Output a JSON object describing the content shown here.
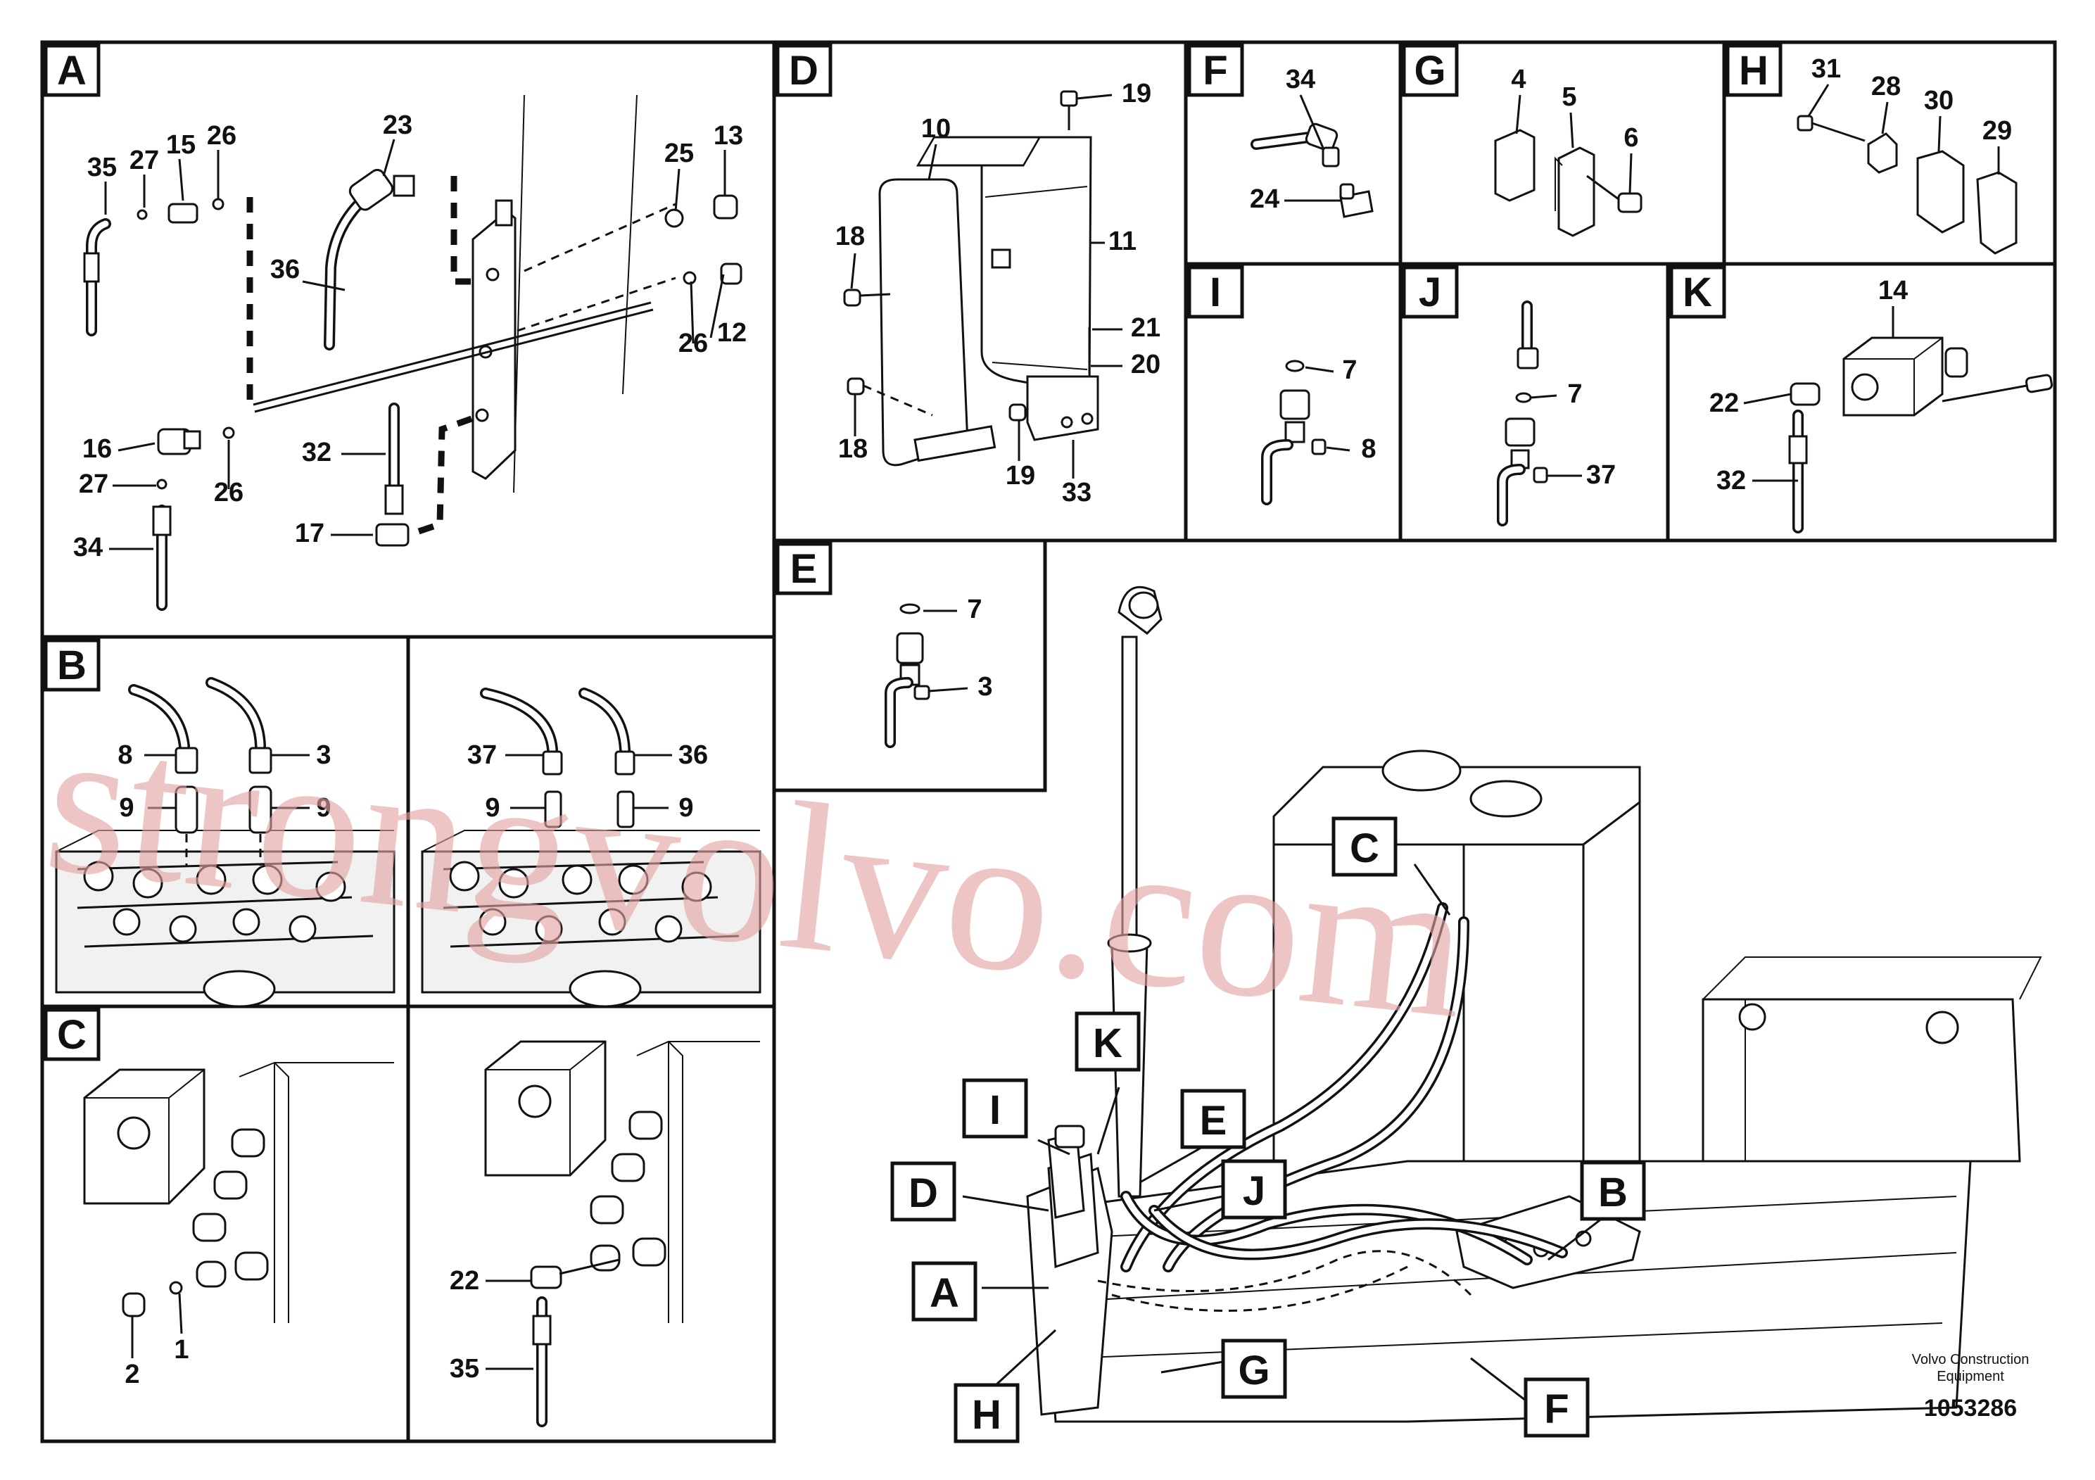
{
  "panels": [
    {
      "letter": "A"
    },
    {
      "letter": "B"
    },
    {
      "letter": "B2"
    },
    {
      "letter": "C"
    },
    {
      "letter": "C2"
    },
    {
      "letter": "D"
    },
    {
      "letter": "E"
    },
    {
      "letter": "F"
    },
    {
      "letter": "G"
    },
    {
      "letter": "H"
    },
    {
      "letter": "I"
    },
    {
      "letter": "J"
    },
    {
      "letter": "K"
    }
  ],
  "panel_letters": {
    "A": "A",
    "B": "B",
    "C": "C",
    "D": "D",
    "E": "E",
    "F": "F",
    "G": "G",
    "H": "H",
    "I": "I",
    "J": "J",
    "K": "K"
  },
  "callouts": {
    "A": [
      "35",
      "27",
      "15",
      "26",
      "23",
      "25",
      "13",
      "36",
      "12",
      "26",
      "16",
      "27",
      "26",
      "32",
      "17",
      "34"
    ],
    "B": [
      "8",
      "3",
      "9",
      "9"
    ],
    "B2": [
      "37",
      "36",
      "9",
      "9"
    ],
    "C": [
      "2",
      "1"
    ],
    "C2": [
      "22",
      "35"
    ],
    "D": [
      "10",
      "19",
      "18",
      "11",
      "21",
      "20",
      "18",
      "19",
      "33"
    ],
    "E": [
      "7",
      "3"
    ],
    "F": [
      "34",
      "24"
    ],
    "G": [
      "4",
      "5",
      "6"
    ],
    "H": [
      "31",
      "28",
      "30",
      "29"
    ],
    "I": [
      "7",
      "8"
    ],
    "J": [
      "7",
      "37"
    ],
    "K": [
      "14",
      "22",
      "32"
    ]
  },
  "overview_labels": [
    "C",
    "K",
    "I",
    "E",
    "D",
    "J",
    "B",
    "A",
    "G",
    "H",
    "F"
  ],
  "watermark": "strongvolvo.com",
  "footer": {
    "brand": "Volvo Construction Equipment",
    "number": "1053286"
  },
  "colors": {
    "line": "#111111",
    "watermark": "#e3a3a3",
    "bg": "#ffffff"
  }
}
